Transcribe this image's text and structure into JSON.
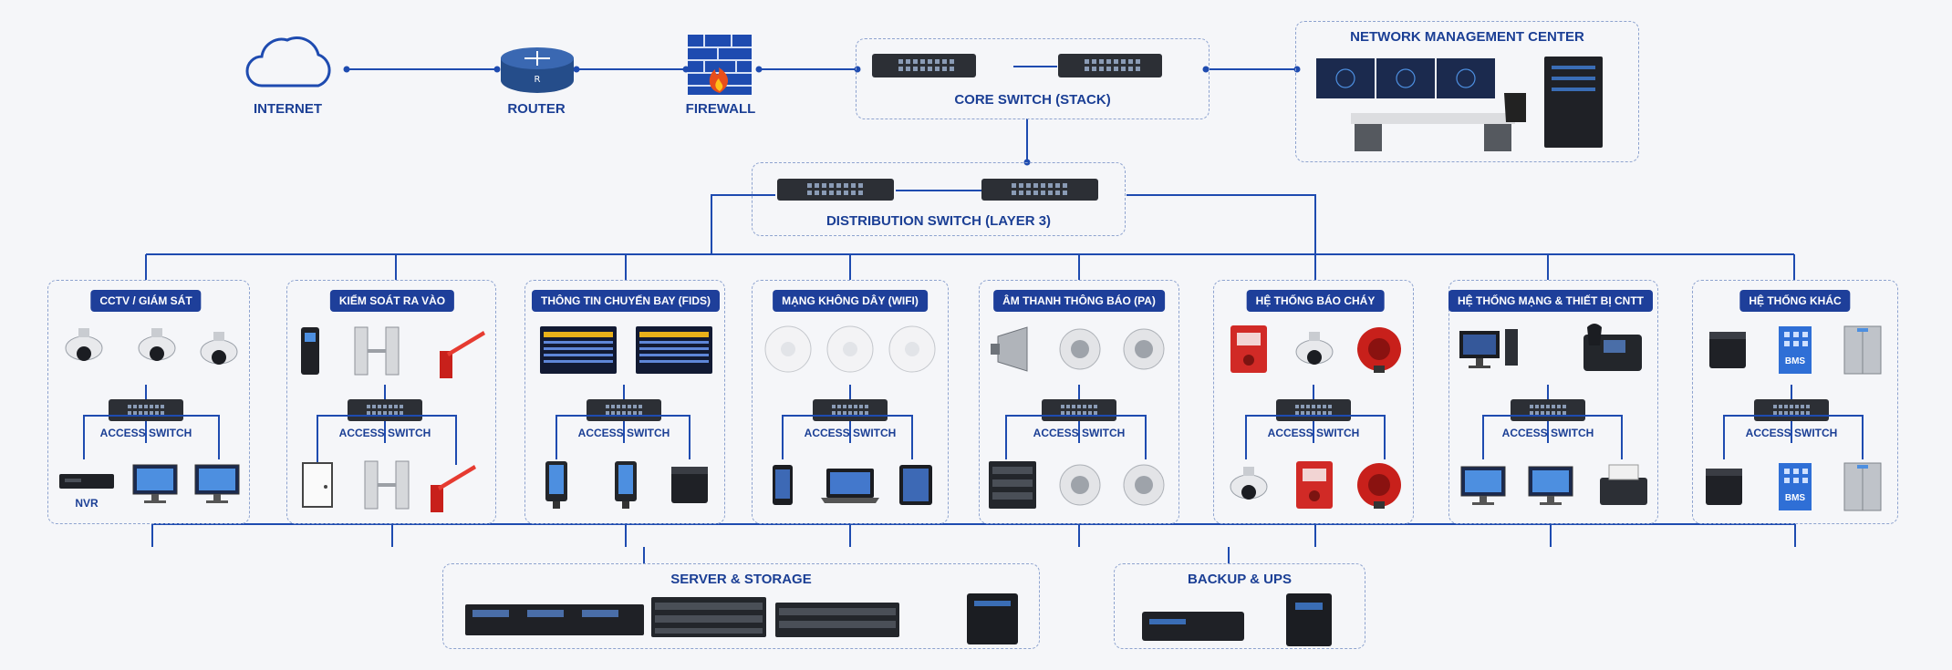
{
  "top": {
    "internet": "INTERNET",
    "router": "ROUTER",
    "firewall": "FIREWALL",
    "core": "CORE SWITCH (STACK)",
    "nmc": "NETWORK MANAGEMENT CENTER",
    "distribution": "DISTRIBUTION SWITCH (LAYER 3)",
    "router_badge": "R"
  },
  "access_label": "ACCESS SWITCH",
  "groups": [
    {
      "title": "CCTV / GIÁM SÁT",
      "extra": "NVR"
    },
    {
      "title": "KIỂM SOÁT RA VÀO"
    },
    {
      "title": "THÔNG TIN CHUYẾN BAY (FIDS)"
    },
    {
      "title": "MẠNG KHÔNG DÂY (WIFI)"
    },
    {
      "title": "ÂM THANH THÔNG BÁO (PA)"
    },
    {
      "title": "HỆ THỐNG BÁO CHÁY"
    },
    {
      "title": "HỆ THỐNG MẠNG & THIẾT BỊ CNTT"
    },
    {
      "title": "HỆ THỐNG KHÁC",
      "bms": "BMS"
    }
  ],
  "bottom": {
    "server": "SERVER & STORAGE",
    "backup": "BACKUP & UPS"
  },
  "colors": {
    "line": "#1e4bb0",
    "navy": "#1e3f9a",
    "label": "#1b3f95"
  }
}
